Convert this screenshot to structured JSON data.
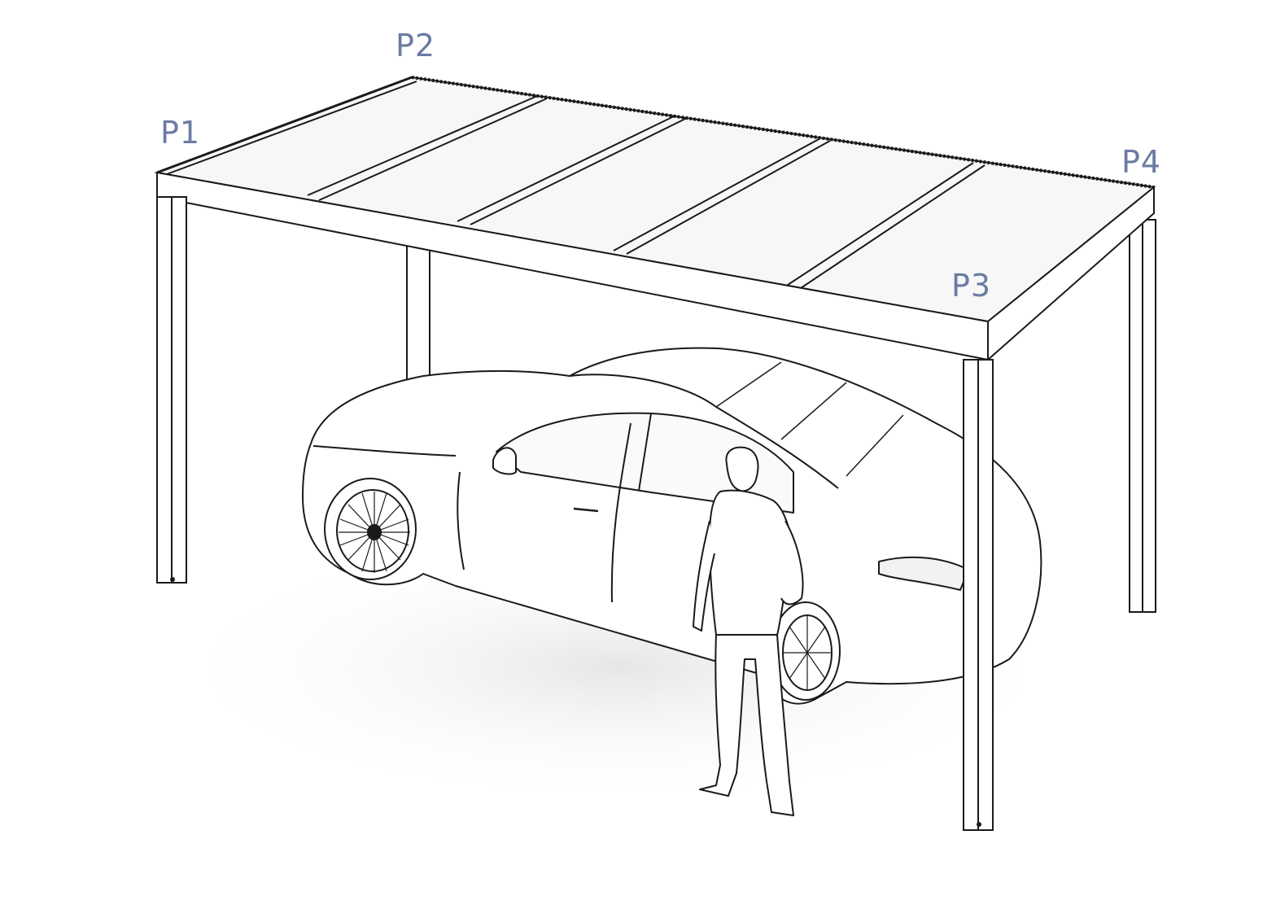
{
  "labels": {
    "p1": "P1",
    "p2": "P2",
    "p3": "P3",
    "p4": "P4"
  },
  "colors": {
    "label": "#6b7ba3",
    "line": "#1a1a1a",
    "background": "#ffffff",
    "panel_fill": "#f4f4f4",
    "shadow": "#ececec"
  },
  "icons": {
    "car": "sedan-car-icon",
    "person": "standing-person-icon"
  }
}
